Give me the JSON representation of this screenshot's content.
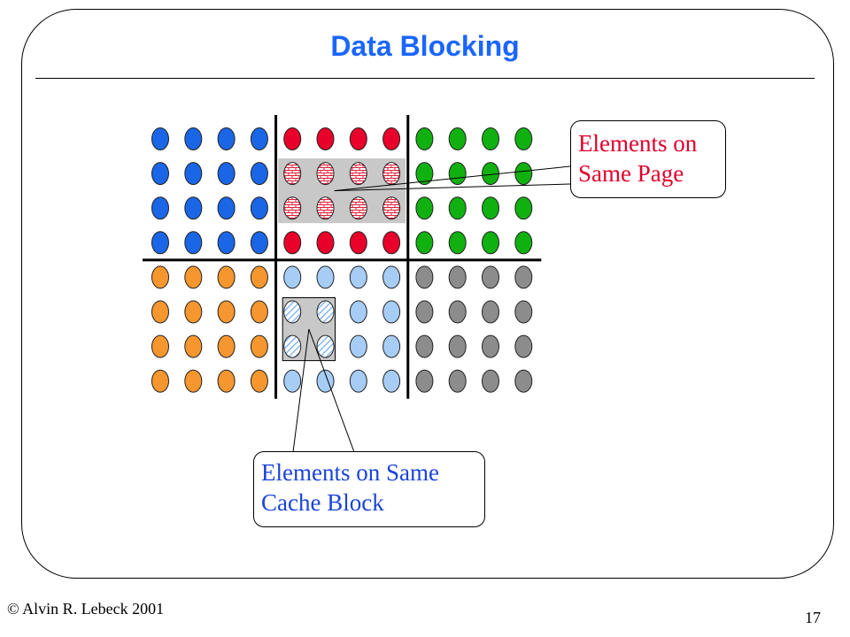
{
  "slide": {
    "title": "Data Blocking",
    "footer_left": "© Alvin R. Lebeck 2001",
    "page_number": "17"
  },
  "grid": {
    "rows": 8,
    "cols": 12,
    "quadrant_colors": [
      [
        "#1a66e6",
        "#e8002a",
        "#10b010"
      ],
      [
        "#f5962e",
        "#a6cdf5",
        "#8c8c8c"
      ]
    ]
  },
  "page_highlight": {
    "fill": "#c8c8c8",
    "element_pattern": "brick-red-white"
  },
  "cache_highlight": {
    "fill": "#c8c8c8",
    "element_pattern": "light-blue-diagonal-hatch"
  },
  "callouts": {
    "page": {
      "line1": "Elements on",
      "line2": "Same Page"
    },
    "cache": {
      "line1": "Elements on Same",
      "line2": "Cache Block"
    }
  }
}
